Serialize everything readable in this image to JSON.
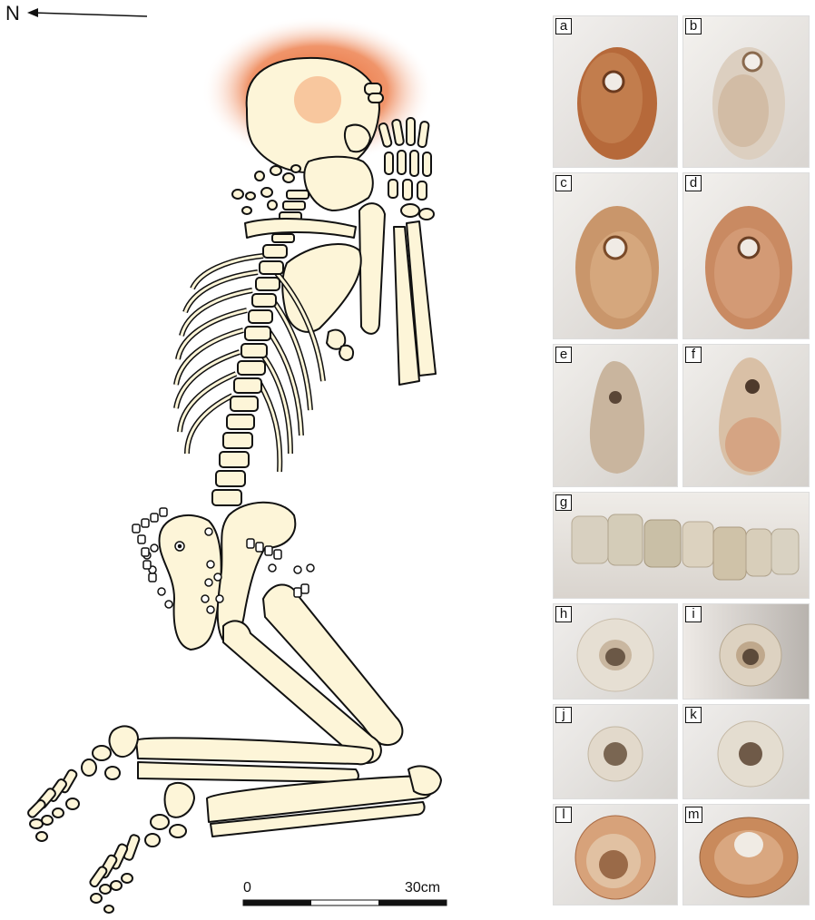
{
  "north_label": "N",
  "scale_bar": {
    "start_label": "0",
    "end_label": "30cm"
  },
  "panels": [
    "a",
    "b",
    "c",
    "d",
    "e",
    "f",
    "g",
    "h",
    "i",
    "j",
    "k",
    "l",
    "m"
  ],
  "colors": {
    "bone_fill": "#fdf5d8",
    "ochre": "#e8622a",
    "outline": "#111111"
  }
}
